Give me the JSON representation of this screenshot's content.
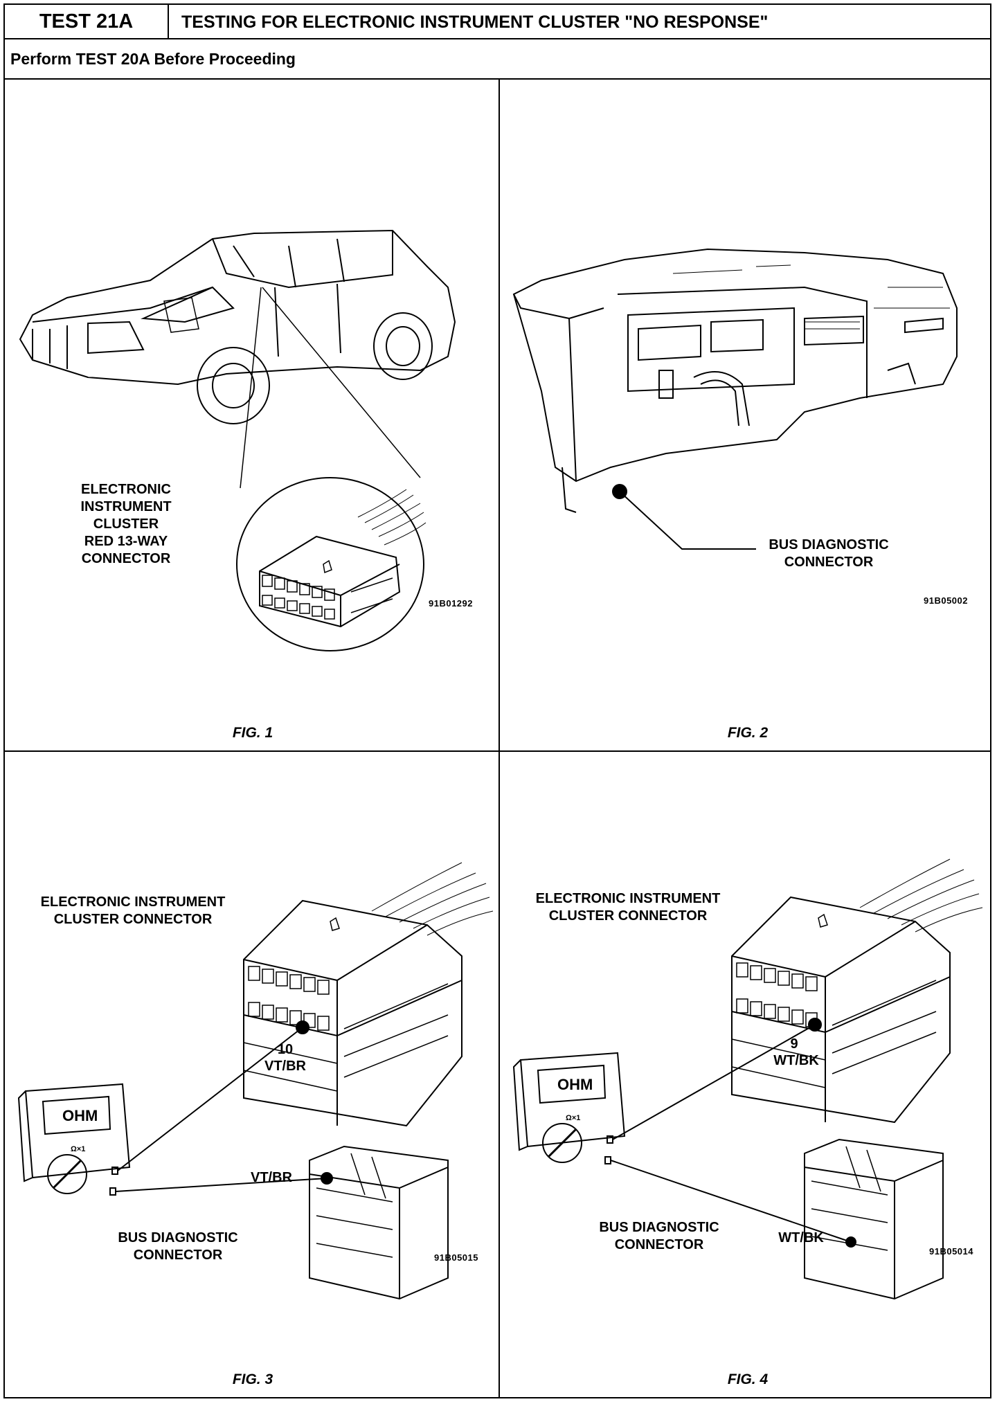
{
  "header": {
    "test_id": "TEST 21A",
    "title": "TESTING FOR ELECTRONIC INSTRUMENT CLUSTER \"NO RESPONSE\"",
    "prerequisite": "Perform TEST 20A Before Proceeding"
  },
  "figures": [
    {
      "caption": "FIG. 1",
      "label": "ELECTRONIC\nINSTRUMENT\nCLUSTER\nRED 13-WAY\nCONNECTOR",
      "code": "91B01292"
    },
    {
      "caption": "FIG. 2",
      "label": "BUS DIAGNOSTIC\nCONNECTOR",
      "code": "91B05002"
    },
    {
      "caption": "FIG. 3",
      "cluster_label": "ELECTRONIC INSTRUMENT\nCLUSTER CONNECTOR",
      "pin_number": "10",
      "pin_wire": "VT/BR",
      "bus_wire": "VT/BR",
      "bus_label": "BUS DIAGNOSTIC\nCONNECTOR",
      "meter_display": "OHM",
      "meter_range": "Ω×1",
      "code": "91B05015"
    },
    {
      "caption": "FIG. 4",
      "cluster_label": "ELECTRONIC INSTRUMENT\nCLUSTER CONNECTOR",
      "pin_number": "9",
      "pin_wire": "WT/BK",
      "bus_wire": "WT/BK",
      "bus_label": "BUS DIAGNOSTIC\nCONNECTOR",
      "meter_display": "OHM",
      "meter_range": "Ω×1",
      "code": "91B05014"
    }
  ]
}
